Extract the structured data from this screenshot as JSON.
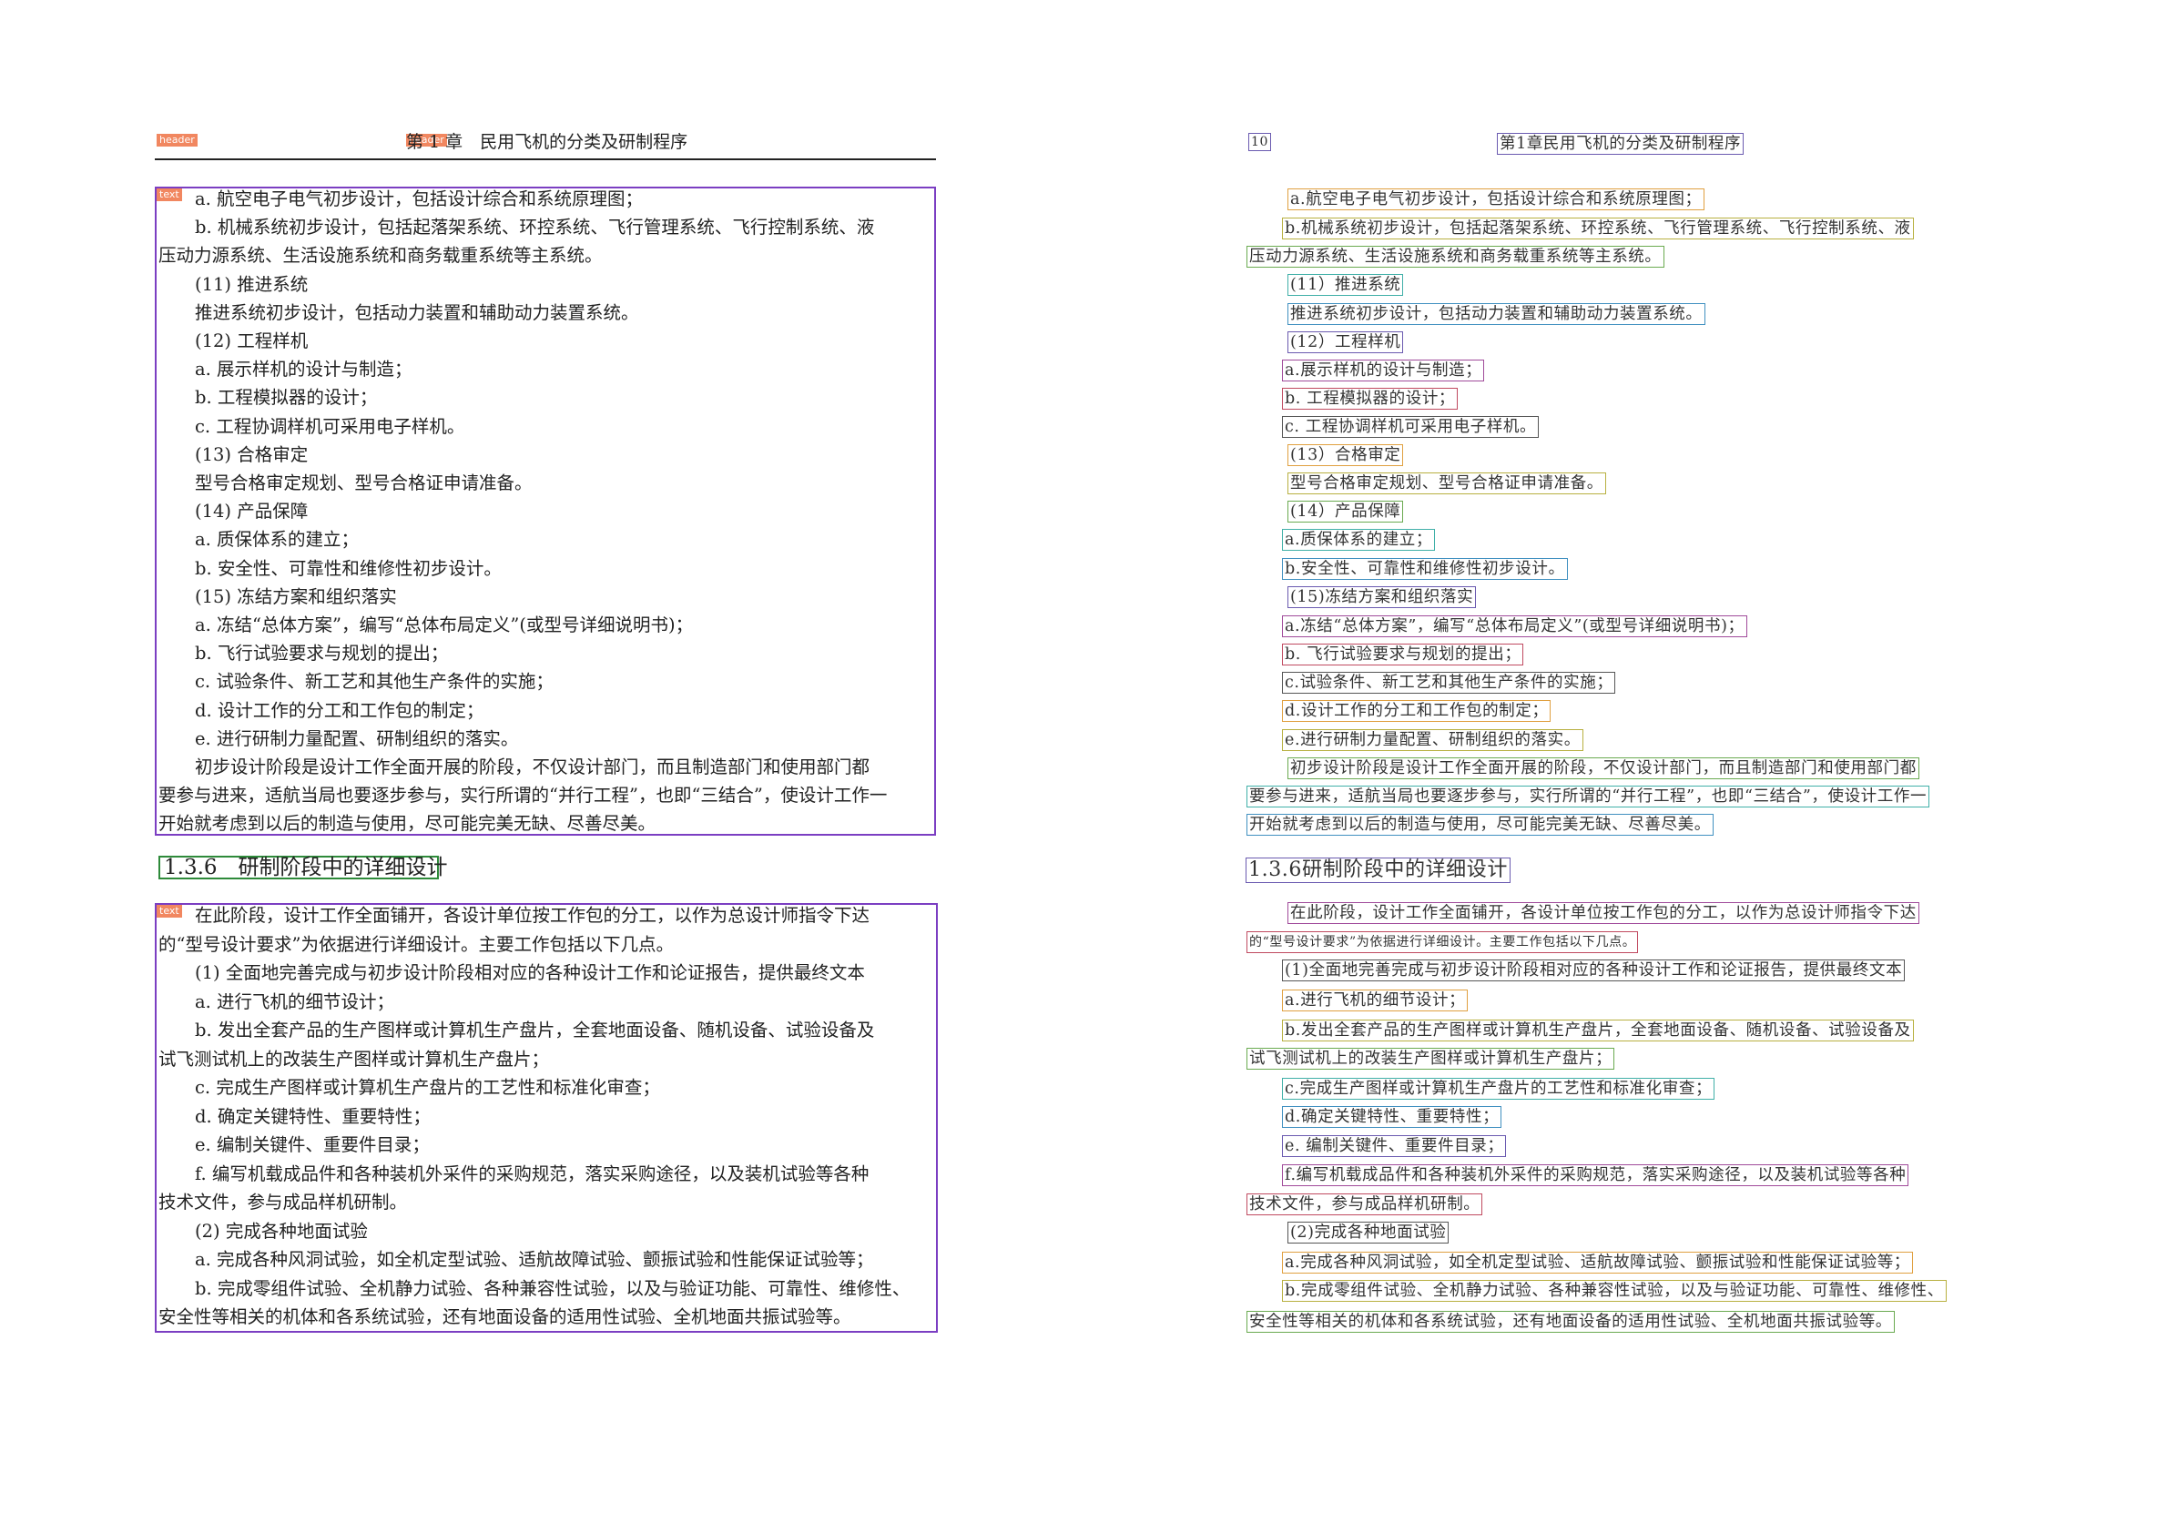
{
  "left_page": {
    "header_tag": "header",
    "title_tag": "header",
    "text_tag": "text",
    "header_title": "第 1 章　民用飞机的分类及研制程序",
    "block1": [
      "a. 航空电子电气初步设计，包括设计综合和系统原理图；",
      "b. 机械系统初步设计，包括起落架系统、环控系统、飞行管理系统、飞行控制系统、液",
      "压动力源系统、生活设施系统和商务载重系统等主系统。",
      "(11)  推进系统",
      "推进系统初步设计，包括动力装置和辅助动力装置系统。",
      "(12)  工程样机",
      "a. 展示样机的设计与制造；",
      "b. 工程模拟器的设计；",
      "c. 工程协调样机可采用电子样机。",
      "(13)  合格审定",
      "型号合格审定规划、型号合格证申请准备。",
      "(14)  产品保障",
      "a. 质保体系的建立；",
      "b. 安全性、可靠性和维修性初步设计。",
      "(15)  冻结方案和组织落实",
      "a. 冻结“总体方案”，编写“总体布局定义”(或型号详细说明书)；",
      "b. 飞行试验要求与规划的提出；",
      "c. 试验条件、新工艺和其他生产条件的实施；",
      "d. 设计工作的分工和工作包的制定；",
      "e. 进行研制力量配置、研制组织的落实。",
      "初步设计阶段是设计工作全面开展的阶段，不仅设计部门，而且制造部门和使用部门都",
      "要参与进来，适航当局也要逐步参与，实行所谓的“并行工程”，也即“三结合”，使设计工作一",
      "开始就考虑到以后的制造与使用，尽可能完美无缺、尽善尽美。"
    ],
    "section_title": "1.3.6　研制阶段中的详细设计",
    "block2": [
      "在此阶段，设计工作全面铺开，各设计单位按工作包的分工，以作为总设计师指令下达",
      "的“型号设计要求”为依据进行详细设计。主要工作包括以下几点。",
      "(1)  全面地完善完成与初步设计阶段相对应的各种设计工作和论证报告，提供最终文本",
      "a. 进行飞机的细节设计；",
      "b. 发出全套产品的生产图样或计算机生产盘片，全套地面设备、随机设备、试验设备及",
      "试飞测试机上的改装生产图样或计算机生产盘片；",
      "c. 完成生产图样或计算机生产盘片的工艺性和标准化审查；",
      "d. 确定关键特性、重要特性；",
      "e. 编制关键件、重要件目录；",
      "f. 编写机载成品件和各种装机外采件的采购规范，落实采购途径，以及装机试验等各种",
      "技术文件，参与成品样机研制。",
      "(2)  完成各种地面试验",
      "a. 完成各种风洞试验，如全机定型试验、适航故障试验、颤振试验和性能保证试验等；",
      "b. 完成零组件试验、全机静力试验、各种兼容性试验，以及与验证功能、可靠性、维修性、",
      "安全性等相关的机体和各系统试验，还有地面设备的适用性试验、全机地面共振试验等。"
    ]
  },
  "right_page": {
    "page_number": "10",
    "header_title": "第1章民用飞机的分类及研制程序",
    "lines": [
      "a.航空电子电气初步设计，包括设计综合和系统原理图；",
      "b.机械系统初步设计，包括起落架系统、环控系统、飞行管理系统、飞行控制系统、液",
      "压动力源系统、生活设施系统和商务载重系统等主系统。",
      "(11）推进系统",
      "推进系统初步设计，包括动力装置和辅助动力装置系统。",
      "(12）工程样机",
      "a.展示样机的设计与制造；",
      "b. 工程模拟器的设计；",
      "c. 工程协调样机可采用电子样机。",
      "(13）合格审定",
      "型号合格审定规划、型号合格证申请准备。",
      "(14）产品保障",
      "a.质保体系的建立；",
      "b.安全性、可靠性和维修性初步设计。",
      "(15)冻结方案和组织落实",
      "a.冻结“总体方案”，编写“总体布局定义”(或型号详细说明书)；",
      "b. 飞行试验要求与规划的提出；",
      "c.试验条件、新工艺和其他生产条件的实施；",
      "d.设计工作的分工和工作包的制定；",
      "e.进行研制力量配置、研制组织的落实。",
      "初步设计阶段是设计工作全面开展的阶段，不仅设计部门，而且制造部门和使用部门都",
      "要参与进来，适航当局也要逐步参与，实行所谓的“并行工程”，也即“三结合”，使设计工作一",
      "开始就考虑到以后的制造与使用，尽可能完美无缺、尽善尽美。",
      "1.3.6研制阶段中的详细设计",
      "在此阶段，设计工作全面铺开，各设计单位按工作包的分工，以作为总设计师指令下达",
      "的“型号设计要求”为依据进行详细设计。主要工作包括以下几点。",
      "(1)全面地完善完成与初步设计阶段相对应的各种设计工作和论证报告，提供最终文本",
      "a.进行飞机的细节设计；",
      "b.发出全套产品的生产图样或计算机生产盘片，全套地面设备、随机设备、试验设备及",
      "试飞测试机上的改装生产图样或计算机生产盘片；",
      "c.完成生产图样或计算机生产盘片的工艺性和标准化审查；",
      "d.确定关键特性、重要特性；",
      "e. 编制关键件、重要件目录；",
      "f.编写机载成品件和各种装机外采件的采购规范，落实采购途径，以及装机试验等各种",
      "技术文件，参与成品样机研制。",
      "(2)完成各种地面试验",
      "a.完成各种风洞试验，如全机定型试验、适航故障试验、颤振试验和性能保证试验等；",
      "b.完成零组件试验、全机静力试验、各种兼容性试验，以及与验证功能、可靠性、维修性、",
      "安全性等相关的机体和各系统试验，还有地面设备的适用性试验、全机地面共振试验等。"
    ],
    "box_colors": [
      "#e0a040",
      "#b8b040",
      "#6aaa50",
      "#40b0a8",
      "#4090c0",
      "#6a5ab0",
      "#a04a9a",
      "#c04a60",
      "#555555"
    ]
  }
}
